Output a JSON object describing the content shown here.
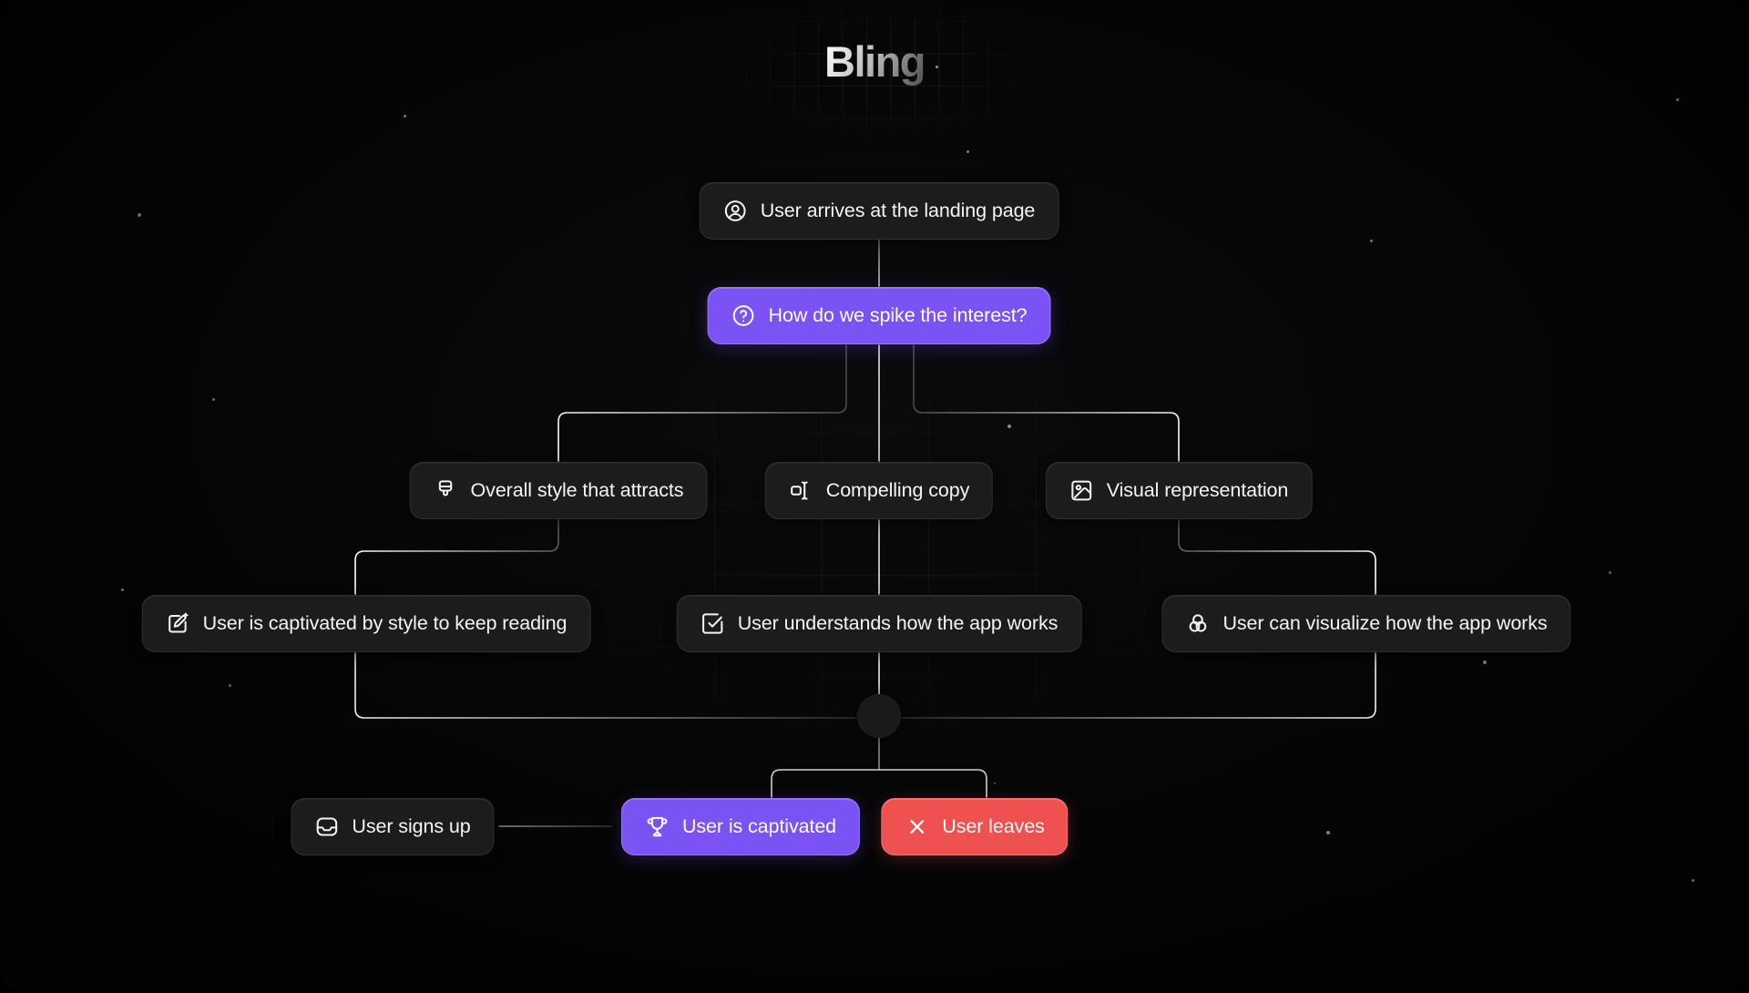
{
  "app": {
    "logo": "Bling"
  },
  "flow": {
    "nodes": {
      "arrive": {
        "label": "User arrives at the landing page",
        "icon": "user-circle-icon",
        "variant": "dark"
      },
      "question": {
        "label": "How do we spike the interest?",
        "icon": "help-circle-icon",
        "variant": "purple"
      },
      "style": {
        "label": "Overall style that attracts",
        "icon": "paintbrush-icon",
        "variant": "dark"
      },
      "copy": {
        "label": "Compelling copy",
        "icon": "text-cursor-icon",
        "variant": "dark"
      },
      "visual": {
        "label": "Visual representation",
        "icon": "image-icon",
        "variant": "dark"
      },
      "captivatedStyle": {
        "label": "User is captivated by style to keep reading",
        "icon": "edit-sparkle-icon",
        "variant": "dark"
      },
      "understands": {
        "label": "User understands how the app works",
        "icon": "check-square-icon",
        "variant": "dark"
      },
      "visualize": {
        "label": "User can visualize how the app works",
        "icon": "venn-circles-icon",
        "variant": "dark"
      },
      "signup": {
        "label": "User signs up",
        "icon": "inbox-icon",
        "variant": "dark"
      },
      "captivated": {
        "label": "User is captivated",
        "icon": "trophy-icon",
        "variant": "purple"
      },
      "leaves": {
        "label": "User leaves",
        "icon": "x-icon",
        "variant": "red"
      }
    },
    "colors": {
      "accent_purple": "#7b53f5",
      "accent_red": "#ee514f",
      "node_background": "#1c1c1e",
      "node_text": "#f4f4f5",
      "connector_line": "#c9c9c9"
    }
  }
}
